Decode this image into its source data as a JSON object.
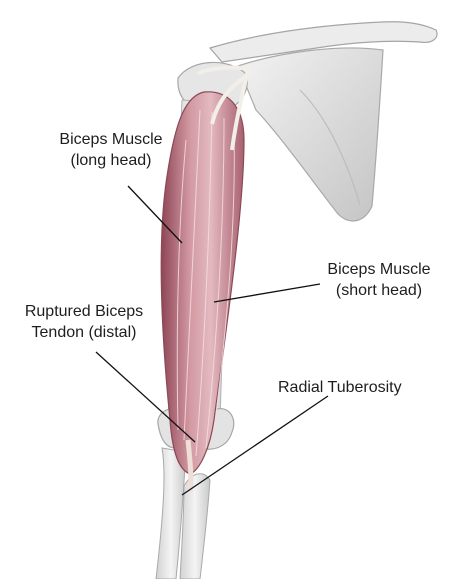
{
  "labels": {
    "long_head": {
      "line1": "Biceps Muscle",
      "line2": "(long head)"
    },
    "short_head": {
      "line1": "Biceps Muscle",
      "line2": "(short head)"
    },
    "ruptured": {
      "line1": "Ruptured Biceps",
      "line2": "Tendon (distal)"
    },
    "radial": {
      "line1": "Radial Tuberosity"
    }
  },
  "colors": {
    "bone_fill": "#e9e9e9",
    "bone_shadow": "#b9b9b9",
    "muscle_fill": "#c98f98",
    "muscle_dark": "#9e5462",
    "tendon": "#f2f0ea",
    "leader_line": "#111111"
  }
}
